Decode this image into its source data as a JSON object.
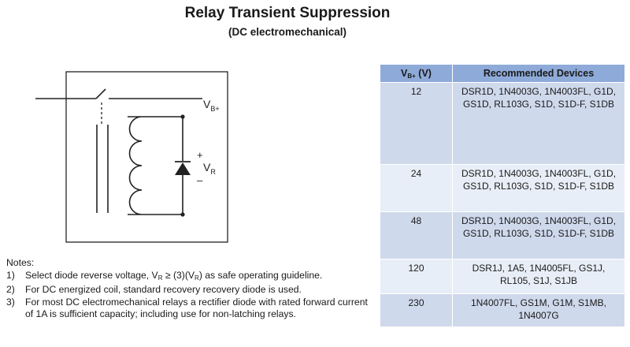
{
  "title": "Relay Transient Suppression",
  "subtitle": "(DC electromechanical)",
  "circuit": {
    "vb_label": "V",
    "vb_sub": "B+",
    "plus": "+",
    "minus": "–",
    "vr_label": "V",
    "vr_sub": "R"
  },
  "notes": {
    "heading": "Notes:",
    "items": [
      {
        "num": "1)",
        "pre": "Select diode reverse voltage, V",
        "sub1": "R",
        "mid": " ≥ (3)(V",
        "sub2": "R",
        "post": ") as safe operating guideline."
      },
      {
        "num": "2)",
        "text": "For DC energized coil, standard recovery recovery diode is used."
      },
      {
        "num": "3)",
        "text": "For most DC electromechanical relays a rectifier diode with rated forward current of 1A is sufficient capacity; including use for non-latching relays."
      }
    ]
  },
  "table": {
    "header_v": "V",
    "header_v_sub": "B+",
    "header_v_unit": " (V)",
    "header_devices": "Recommended Devices",
    "rows": [
      {
        "voltage": "12",
        "devices": "DSR1D, 1N4003G, 1N4003FL, G1D, GS1D, RL103G, S1D, S1D-F, S1DB"
      },
      {
        "voltage": "24",
        "devices": "DSR1D, 1N4003G, 1N4003FL, G1D, GS1D, RL103G, S1D, S1D-F, S1DB"
      },
      {
        "voltage": "48",
        "devices": "DSR1D, 1N4003G, 1N4003FL, G1D, GS1D, RL103G, S1D, S1D-F, S1DB"
      },
      {
        "voltage": "120",
        "devices": "DSR1J, 1A5, 1N4005FL, GS1J, RL105, S1J, S1JB"
      },
      {
        "voltage": "230",
        "devices": "1N4007FL, GS1M, G1M, S1MB, 1N4007G"
      }
    ]
  }
}
